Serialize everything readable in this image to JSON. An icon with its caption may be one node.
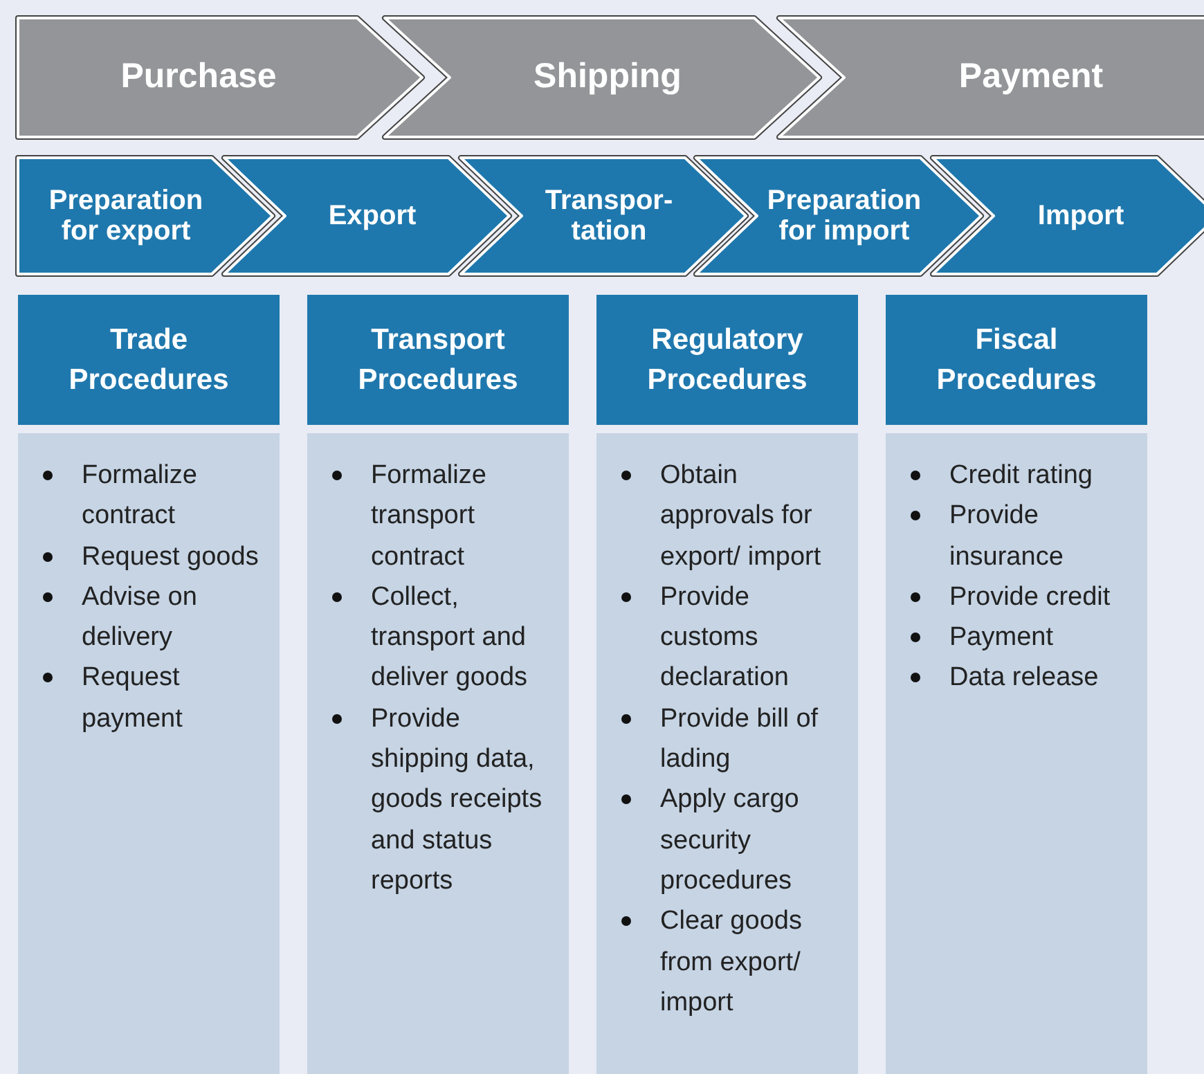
{
  "diagram": {
    "nodes": [
      {
        "text": [
          "Purchase"
        ]
      },
      {
        "text": [
          "Shipping"
        ]
      },
      {
        "text": [
          "Payment"
        ]
      },
      {
        "text": [
          "Preparation for export"
        ]
      },
      {
        "text": [
          "Export"
        ]
      },
      {
        "text": [
          "Transpor-tation"
        ]
      },
      {
        "text": [
          "Preparation for import"
        ]
      },
      {
        "text": [
          "Import"
        ]
      },
      {
        "text": [
          "Trade Procedures"
        ]
      },
      {
        "text": [
          "Formalize contract",
          "Request goods",
          "Advise on delivery",
          "Request payment"
        ]
      },
      {
        "text": [
          "Transport Procedures"
        ]
      },
      {
        "text": [
          "Formalize transport contract",
          "Collect, transport and deliver goods",
          "Provide shipping data, goods receipts and status reports"
        ]
      },
      {
        "text": [
          "Regulatory Procedures"
        ]
      },
      {
        "text": [
          "Obtain approvals for export/ import",
          "Provide customs declaration",
          "Provide bill of lading",
          "Apply cargo security procedures",
          "Clear goods from export/ import"
        ]
      },
      {
        "text": [
          "Fiscal Procedures"
        ]
      },
      {
        "text": [
          "Credit rating",
          "Provide insurance",
          "Provide credit",
          "Payment",
          "Data release"
        ]
      }
    ],
    "edges": []
  }
}
